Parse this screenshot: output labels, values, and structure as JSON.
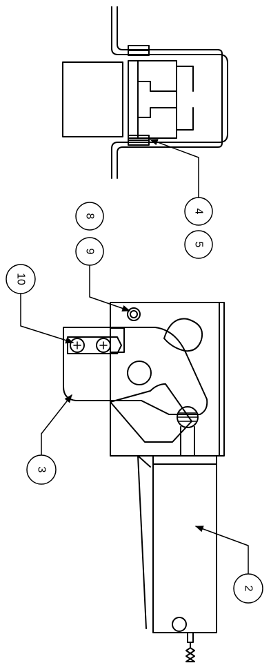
{
  "colors": {
    "line": "#000000",
    "background": "#ffffff"
  },
  "callouts": [
    {
      "id": "c2",
      "label": "2"
    },
    {
      "id": "c3",
      "label": "3"
    },
    {
      "id": "c4",
      "label": "4"
    },
    {
      "id": "c5",
      "label": "5"
    },
    {
      "id": "c8",
      "label": "8"
    },
    {
      "id": "c9",
      "label": "9"
    },
    {
      "id": "c10",
      "label": "10"
    }
  ]
}
